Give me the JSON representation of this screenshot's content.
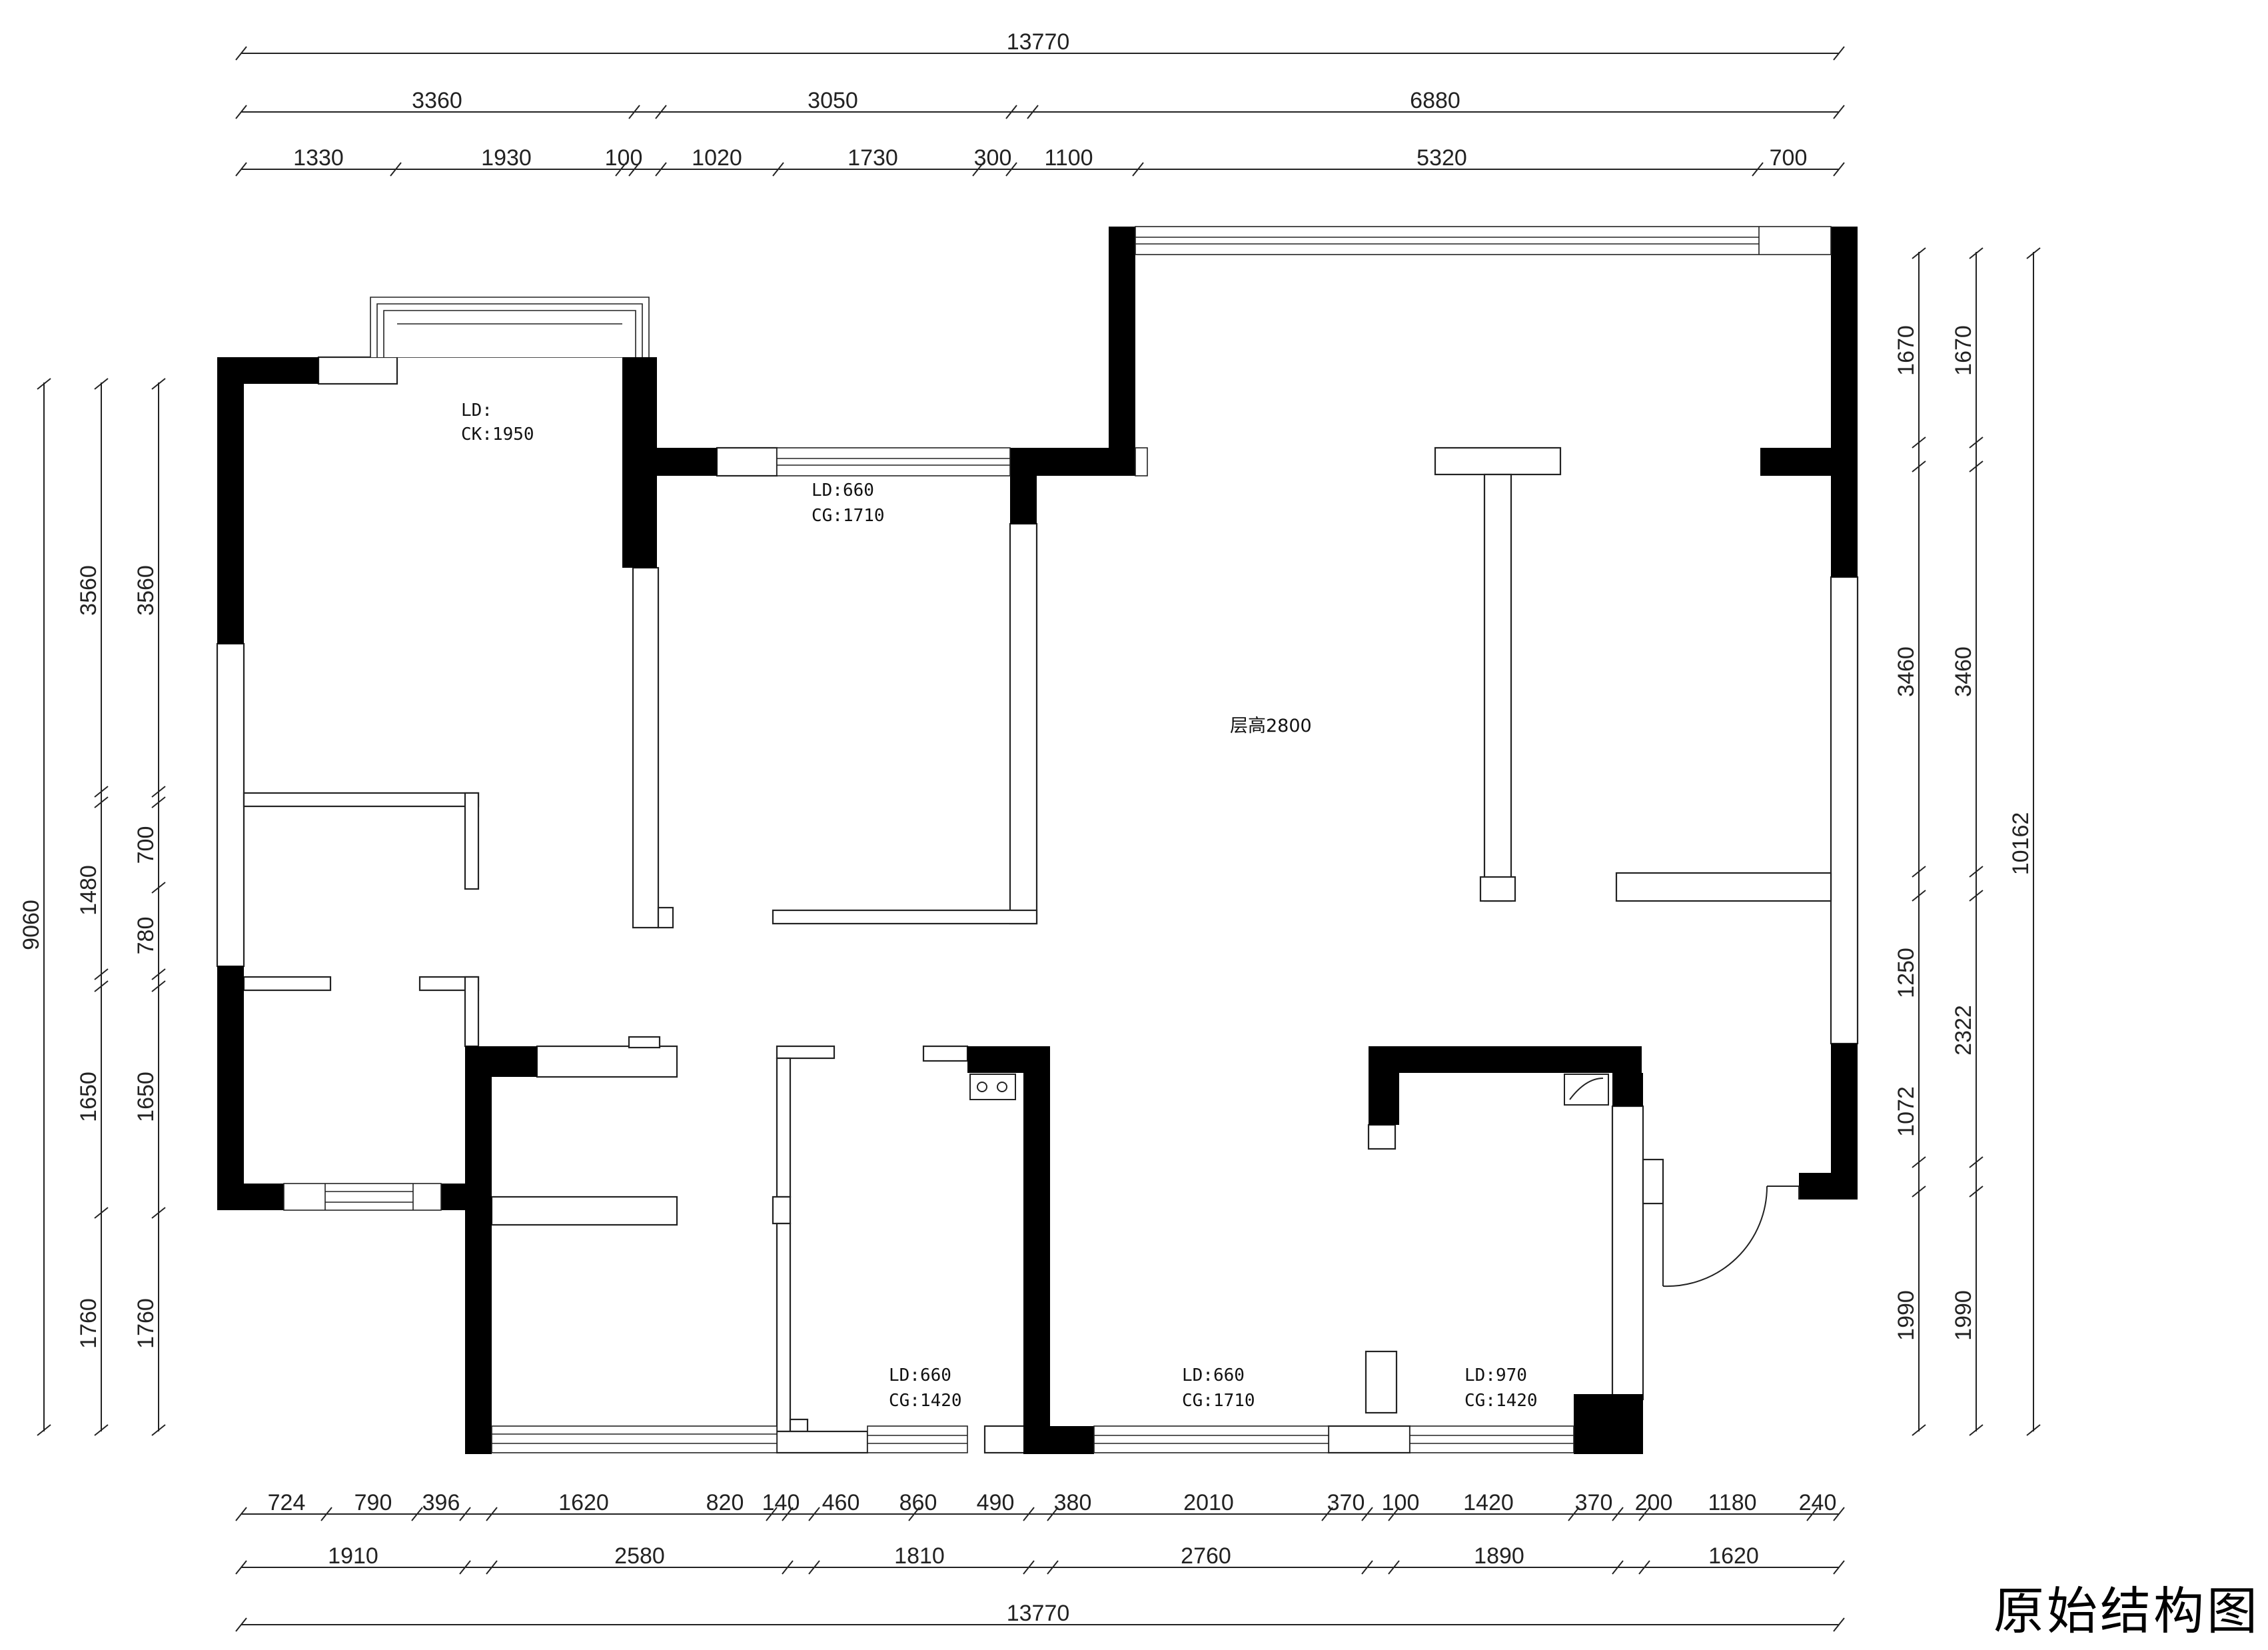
{
  "title": "原始结构图",
  "ceiling_height_label": "层高2800",
  "opening_labels": [
    {
      "id": "top-left",
      "ld": "LD:",
      "second": "CK:1950"
    },
    {
      "id": "top-mid",
      "ld": "LD:660",
      "second": "CG:1710"
    },
    {
      "id": "bottom-1",
      "ld": "LD:660",
      "second": "CG:1420"
    },
    {
      "id": "bottom-2",
      "ld": "LD:660",
      "second": "CG:1710"
    },
    {
      "id": "bottom-3",
      "ld": "LD:970",
      "second": "CG:1420"
    }
  ],
  "dimensions": {
    "top_total": "13770",
    "top_mid": [
      "3360",
      "3050",
      "6880"
    ],
    "top_detail": [
      "1330",
      "1930",
      "100",
      "1020",
      "1730",
      "300",
      "1100",
      "5320",
      "700"
    ],
    "bottom_detail": [
      "724",
      "790",
      "396",
      "1620",
      "820",
      "140",
      "460",
      "860",
      "490",
      "380",
      "2010",
      "370",
      "100",
      "1420",
      "370",
      "200",
      "1180",
      "240"
    ],
    "bottom_mid": [
      "1910",
      "2580",
      "1810",
      "2760",
      "1890",
      "1620"
    ],
    "bottom_total": "13770",
    "left_total": "9060",
    "left_mid": [
      "3560",
      "1480",
      "1650",
      "1760"
    ],
    "left_detail": [
      "3560",
      "700",
      "780",
      "1650",
      "1760"
    ],
    "right_total": "10162",
    "right_mid": [
      "1670",
      "3460",
      "2322",
      "1990"
    ],
    "right_detail": [
      "1670",
      "3460",
      "1250",
      "1072",
      "1990"
    ]
  }
}
